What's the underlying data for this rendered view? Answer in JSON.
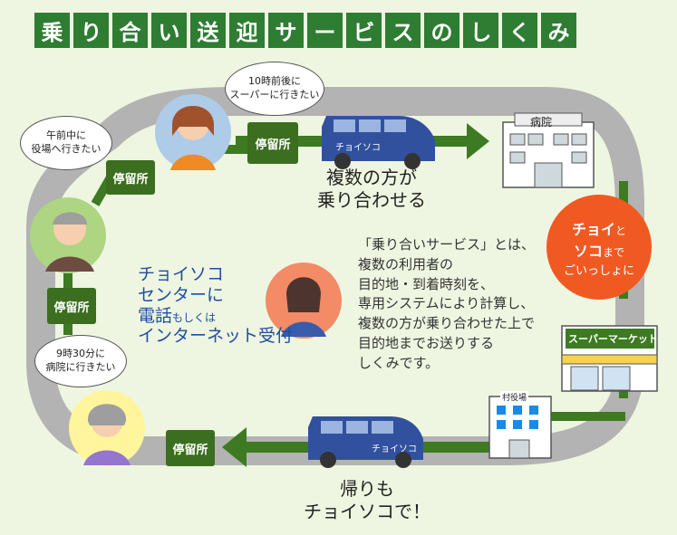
{
  "title_chars": [
    "乗",
    "り",
    "合",
    "い",
    "送",
    "迎",
    "サ",
    "ー",
    "ビ",
    "ス",
    "の",
    "し",
    "く",
    "み"
  ],
  "stops": [
    "停留所",
    "停留所",
    "停留所",
    "停留所"
  ],
  "bubbles": {
    "top": "10時前後に\nスーパーに行きたい",
    "left": "午前中に\n役場へ行きたい",
    "bottom": "9時30分に\n病院に行きたい"
  },
  "buildings": {
    "hospital": "病院",
    "supermarket": "スーパーマーケット",
    "village_office": "村役場"
  },
  "van_logo": "チョイソコ",
  "shared_ride_caption": [
    "複数の方が",
    "乗り合わせる"
  ],
  "return_caption": [
    "帰りも",
    "チョイソコで！"
  ],
  "center_text": {
    "line1": "チョイソコ",
    "line2": "センターに",
    "line3a": "電話",
    "line3b": "もしくは",
    "line4": "インターネット受付"
  },
  "description": "「乗り合いサービス」とは、\n複数の利用者の\n目的地・到着時刻を、\n専用システムにより計算し、\n複数の方が乗り合わせた上で\n目的地までお送りする\nしくみです。",
  "badge": {
    "a": "チョイ",
    "b": "と",
    "c": "ソコ",
    "d": "まで",
    "e": "ごいっしょに"
  },
  "colors": {
    "road": "#b3b3b3",
    "arrow": "#3d7a22",
    "accent": "#f05a22",
    "title": "#2e7d32",
    "bg": "#eef6e1"
  }
}
